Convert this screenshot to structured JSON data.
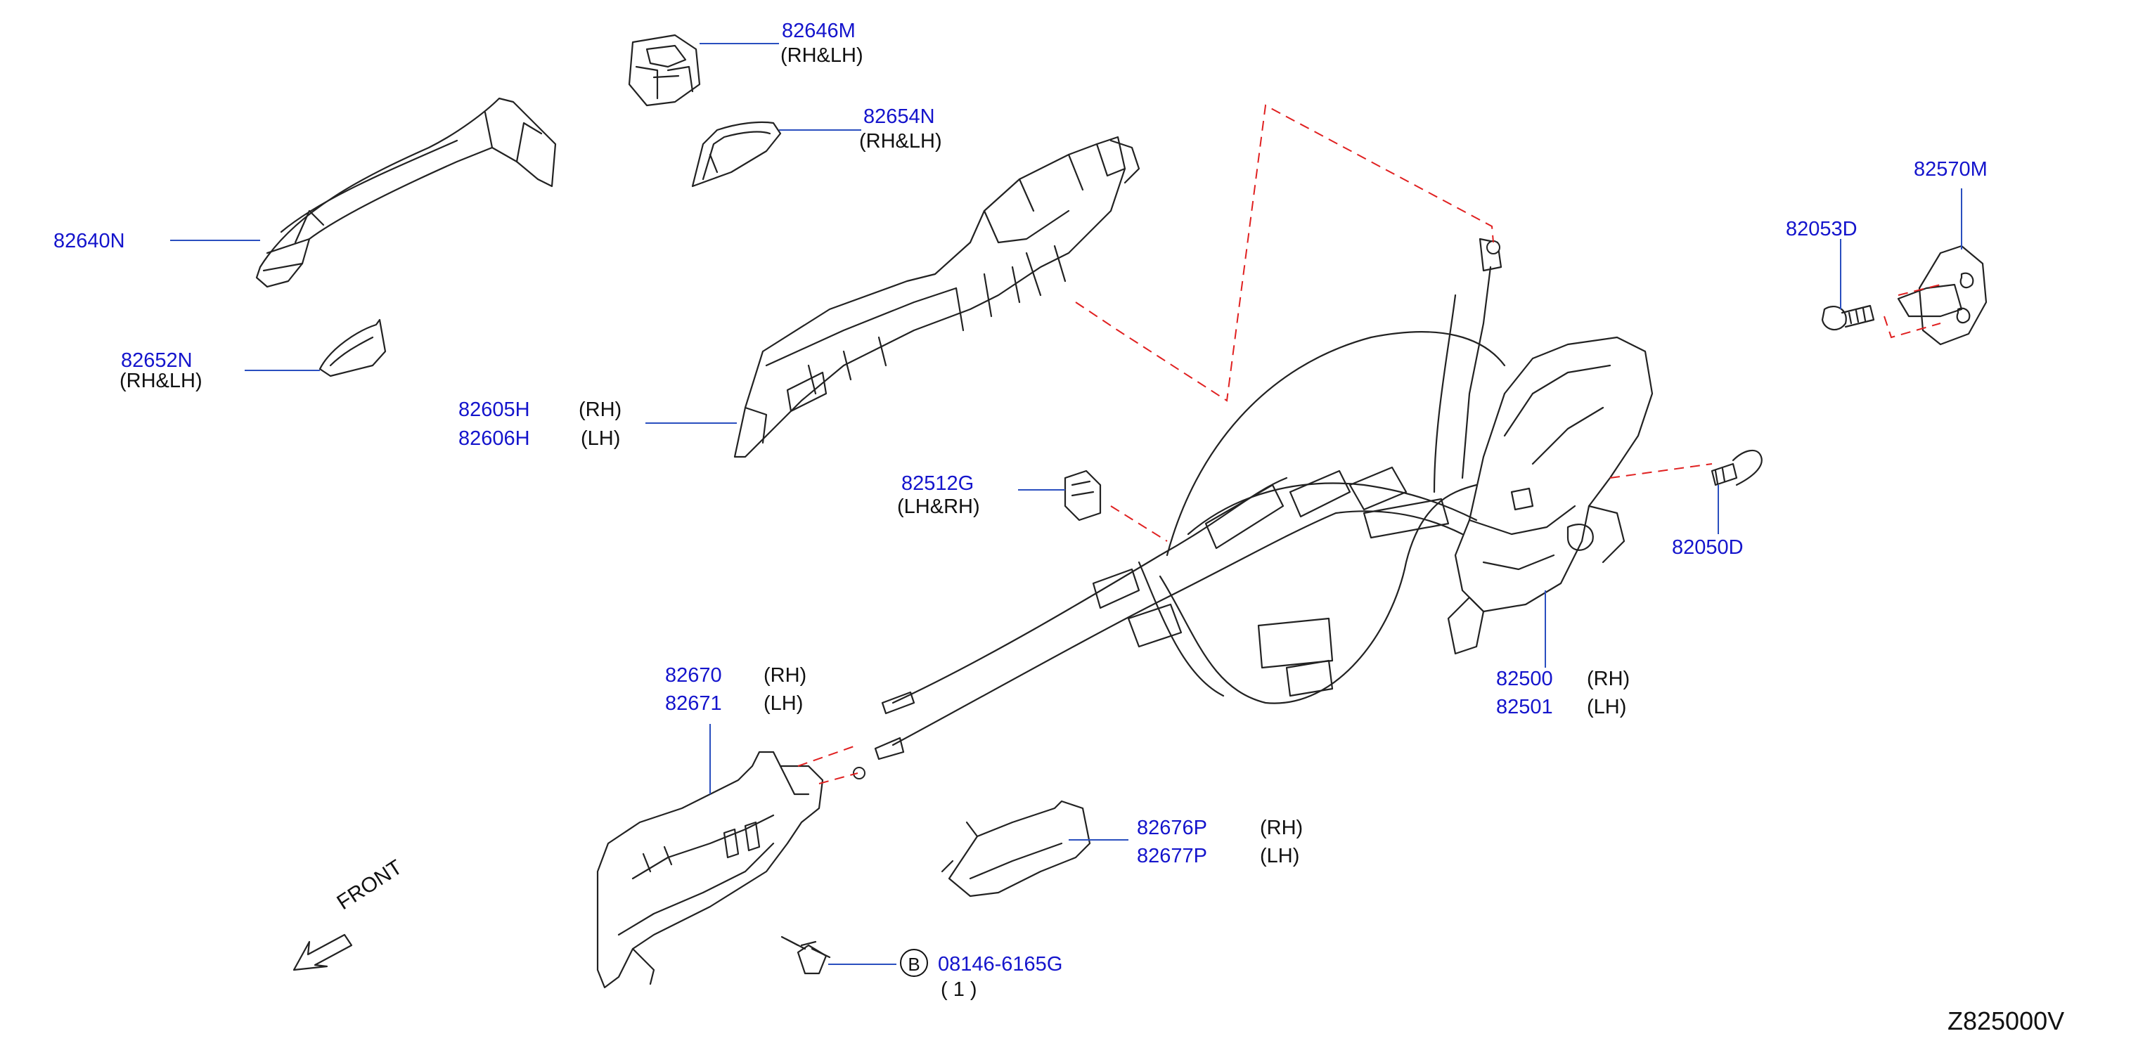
{
  "labels": {
    "p82646m": "82646M",
    "p82646m_note": "(RH&LH)",
    "p82654n": "82654N",
    "p82654n_note": "(RH&LH)",
    "p82640n": "82640N",
    "p82652n": "82652N",
    "p82652n_note": "(RH&LH)",
    "p82605h": "82605H",
    "p82605h_side": "(RH)",
    "p82606h": "82606H",
    "p82606h_side": "(LH)",
    "p82512g": "82512G",
    "p82512g_note": "(LH&RH)",
    "p82570m": "82570M",
    "p82053d": "82053D",
    "p82050d": "82050D",
    "p82500": "82500",
    "p82500_side": "(RH)",
    "p82501": "82501",
    "p82501_side": "(LH)",
    "p82670": "82670",
    "p82670_side": "(RH)",
    "p82671": "82671",
    "p82671_side": "(LH)",
    "p82676p": "82676P",
    "p82676p_side": "(RH)",
    "p82677p": "82677P",
    "p82677p_side": "(LH)",
    "bolt_circle": "B",
    "p08146": "08146-6165G",
    "p08146_qty": "(   1   )",
    "front": "FRONT",
    "diagram_code": "Z825000V"
  },
  "colors": {
    "part_number": "#1414cc",
    "leader_line": "#2a4fbf",
    "dashed_line": "#e02020",
    "drawing": "#222222"
  }
}
